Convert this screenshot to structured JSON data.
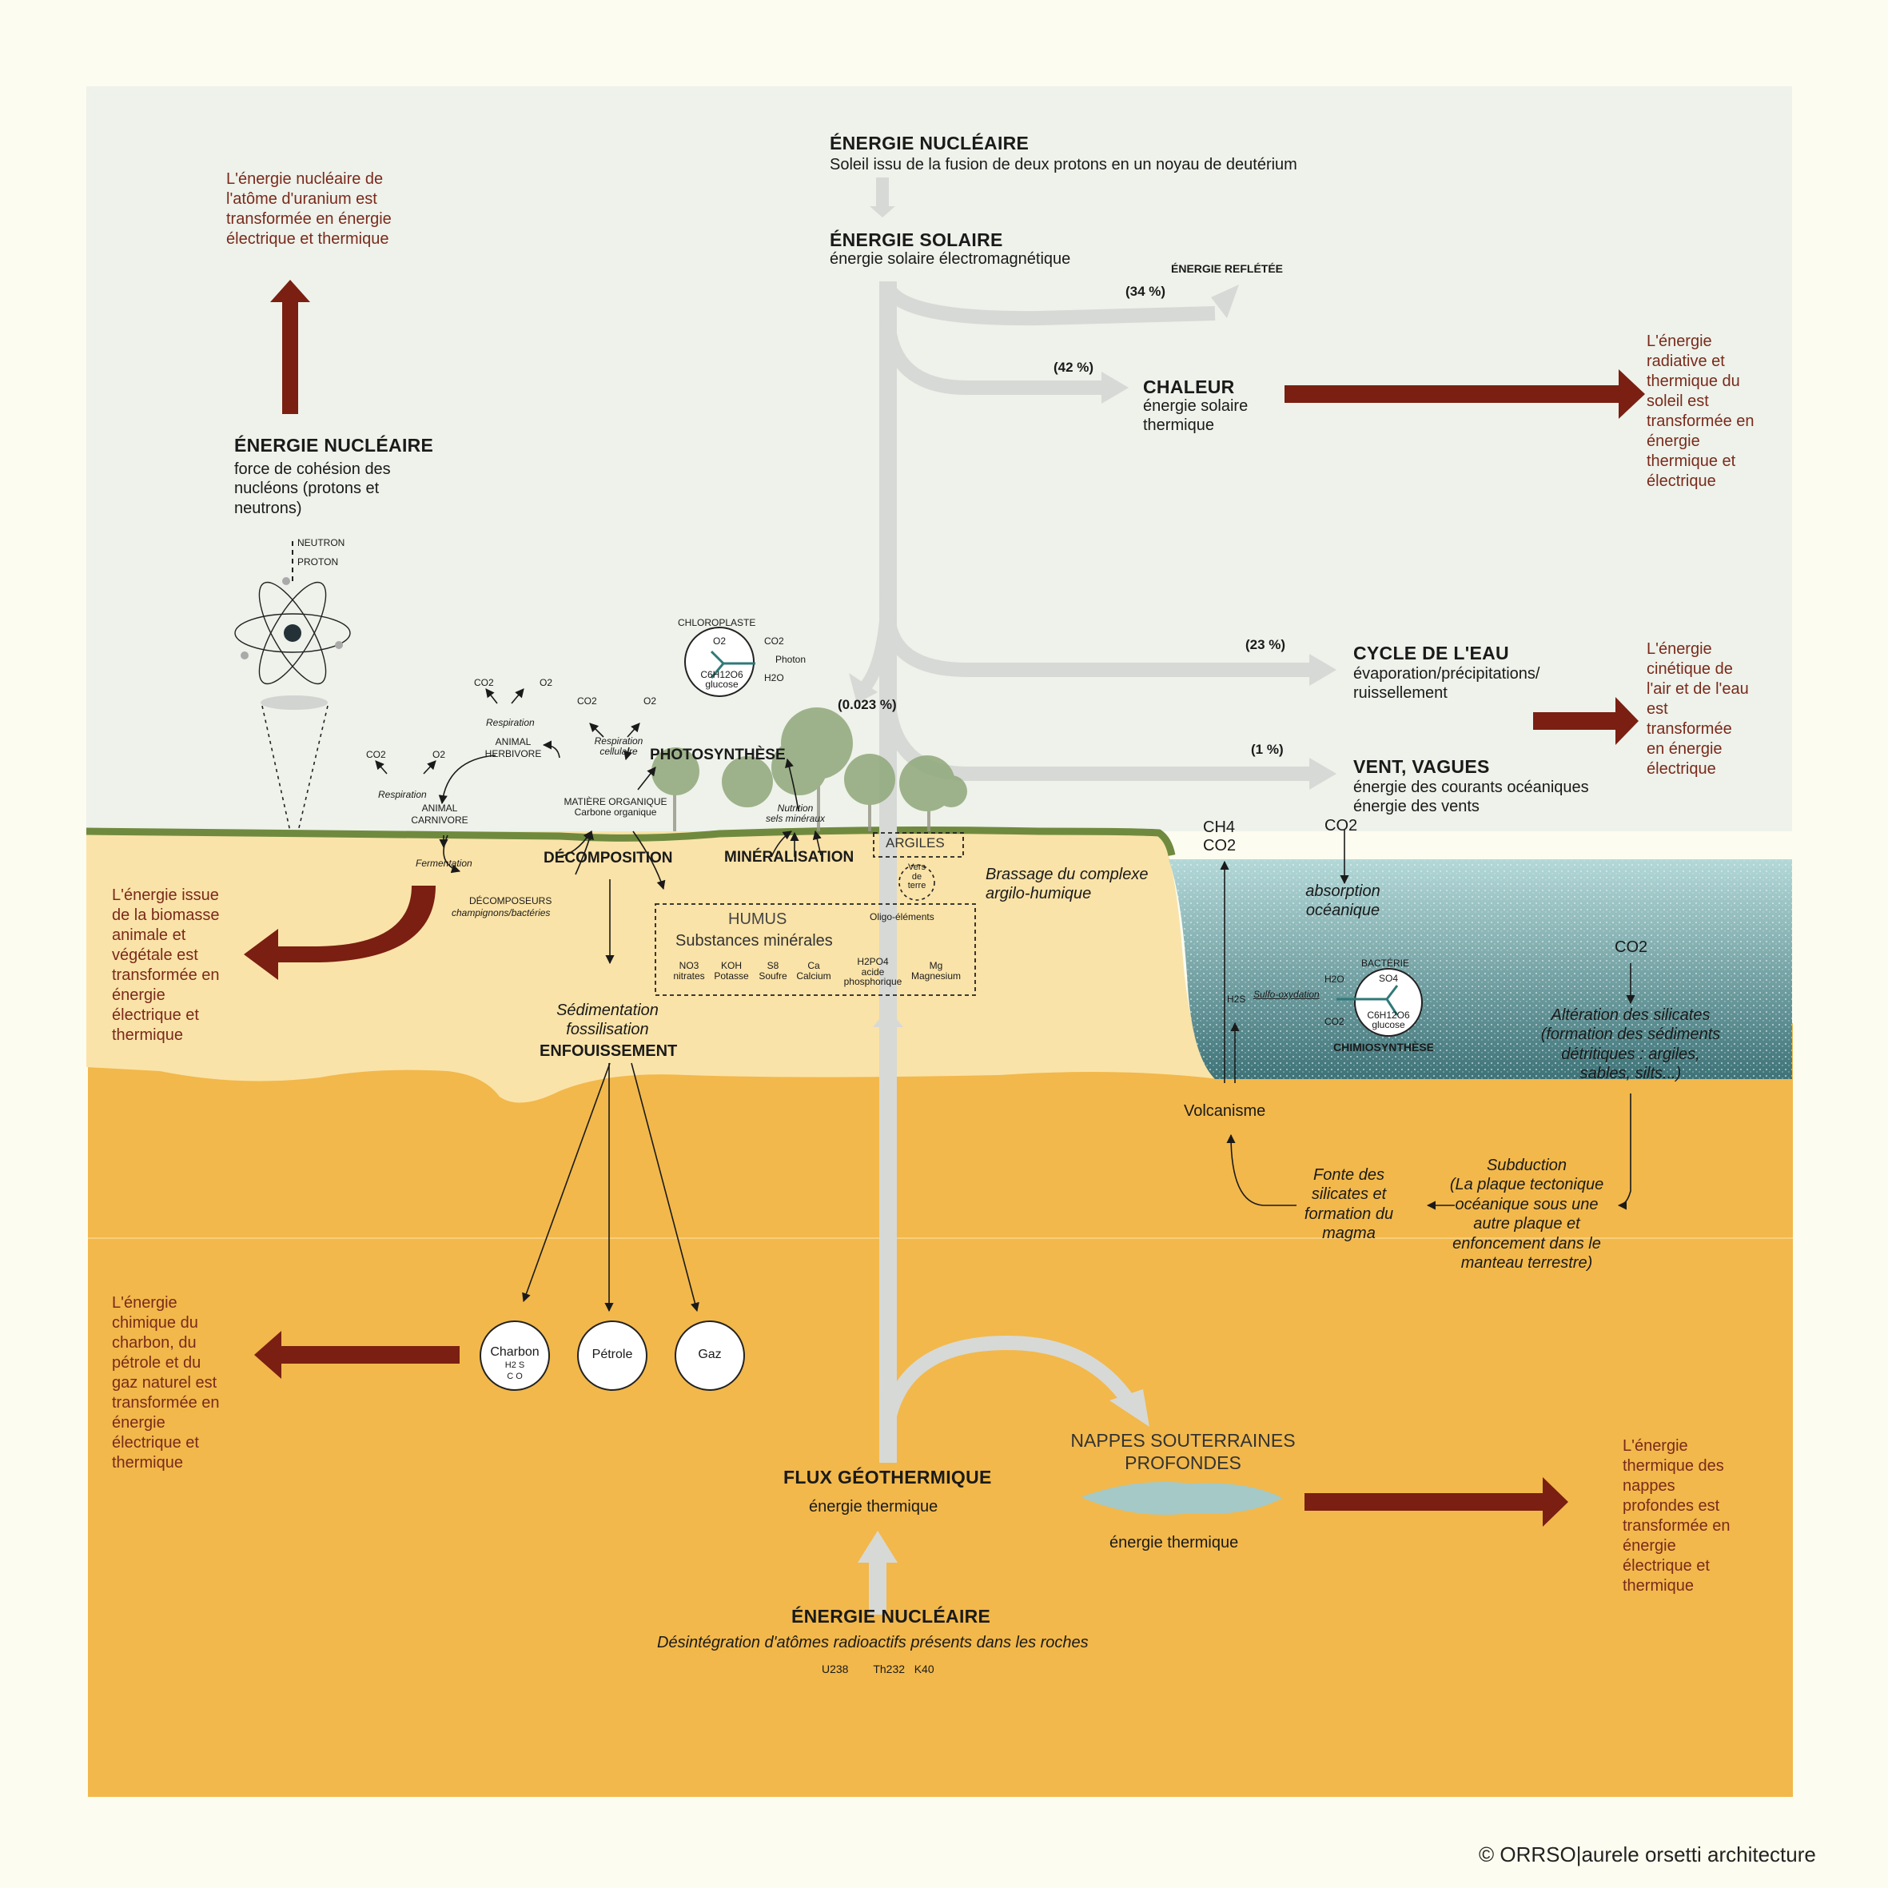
{
  "colors": {
    "sky": "#eef2ea",
    "soil_light": "#fae3a8",
    "soil_dark": "#f2b84b",
    "grass": "#6f8a3e",
    "ocean_top": "#a7cfcf",
    "ocean_bottom": "#4d7f83",
    "arrow_grey": "#d7d9d6",
    "arrow_red": "#7a1f12",
    "text_red": "#7a2a1c"
  },
  "top": {
    "nuclear_title": "ÉNERGIE NUCLÉAIRE",
    "nuclear_sub": "Soleil issu de la fusion de deux protons en un noyau de deutérium",
    "solar_title": "ÉNERGIE SOLAIRE",
    "solar_sub": "énergie solaire électromagnétique",
    "reflected_label": "ÉNERGIE REFLÉTÉE",
    "pct_reflected": "(34 %)",
    "pct_heat": "(42 %)",
    "heat_title": "CHALEUR",
    "heat_sub": "énergie solaire\nthermique",
    "heat_note": "L'énergie\nradiative et\nthermique du\nsoleil est\ntransformée en\nénergie\nthermique et\nélectrique",
    "pct_water": "(23 %)",
    "water_title": "CYCLE DE L'EAU",
    "water_sub": "évaporation/précipitations/\nruissellement",
    "water_note": "L'énergie\ncinétique de\nl'air et de l'eau\nest\ntransformée\nen énergie\nélectrique",
    "pct_wind": "(1 %)",
    "wind_title": "VENT, VAGUES",
    "wind_sub": "énergie des courants océaniques\nénergie des vents",
    "pct_photo": "(0.023 %)"
  },
  "left": {
    "uranium_note": "L'énergie nucléaire de\nl'atôme d'uranium  est\ntransformée en énergie\nélectrique et thermique",
    "nuclear_title": "ÉNERGIE NUCLÉAIRE",
    "nuclear_sub": "force de cohésion des\nnucléons (protons et\nneutrons)",
    "neutron": "NEUTRON",
    "proton": "PROTON",
    "biomass_note": "L'énergie issue\nde la biomasse\nanimale et\nvégétale est\ntransformée en\nénergie\nélectrique et\nthermique",
    "fossil_note": "L'énergie\nchimique du\ncharbon, du\npétrole et du\ngaz naturel est\ntransformée en\nénergie\nélectrique et\nthermique"
  },
  "bio": {
    "chloroplast": "CHLOROPLASTE",
    "o2": "O2",
    "co2": "CO2",
    "photon": "Photon",
    "h2o": "H2O",
    "glucose": "C6H12O6\nglucose",
    "respiration": "Respiration",
    "respiration_cell": "Respiration\ncellulaire",
    "herbivore": "ANIMAL\nHERBIVORE",
    "carnivore": "ANIMAL\nCARNIVORE",
    "photosynthesis": "PHOTOSYNTHÈSE",
    "organic_matter": "MATIÈRE ORGANIQUE\nCarbone organique",
    "nutrition": "Nutrition\nsels minéraux",
    "fermentation": "Fermentation",
    "decomposers": "DÉCOMPOSEURS",
    "decomposers_sub": "champignons/bactéries",
    "decomposition": "DÉCOMPOSITION",
    "mineralisation": "MINÉRALISATION",
    "clays": "ARGILES",
    "worms": "Vers\nde\nterre",
    "brassage": "Brassage du complexe\nargilo-humique",
    "humus": "HUMUS",
    "minerals": "Substances minérales",
    "oligo": "Oligo-éléments",
    "elements": [
      {
        "formula": "NO3",
        "name": "nitrates"
      },
      {
        "formula": "KOH",
        "name": "Potasse"
      },
      {
        "formula": "S8",
        "name": "Soufre"
      },
      {
        "formula": "Ca",
        "name": "Calcium"
      },
      {
        "formula": "H2PO4",
        "name": "acide\nphosphorique"
      },
      {
        "formula": "Mg",
        "name": "Magnesium"
      }
    ],
    "sedimentation": "Sédimentation\nfossilisation",
    "burial": "ENFOUISSEMENT"
  },
  "fossils": {
    "coal": "Charbon",
    "coal_formula": "H2      S\nC    O",
    "oil": "Pétrole",
    "gas": "Gaz"
  },
  "ocean": {
    "ch4": "CH4",
    "co2_out": "CO2",
    "co2_in": "CO2",
    "absorption": "absorption\nocéanique",
    "co2_right": "CO2",
    "bacteria": "BACTÉRIE",
    "so4": "SO4",
    "h2o": "H2O",
    "h2s": "H2S",
    "co2_small": "CO2",
    "glucose": "C6H12O6\nglucose",
    "sulfo": "Sulfo-oxydation",
    "chemo": "CHIMIOSYNTHÈSE",
    "silicates": "Altération des silicates\n(formation des sédiments\ndétritiques : argiles,\nsables, silts...)",
    "volcanism": "Volcanisme",
    "magma": "Fonte des\nsilicates et\nformation du\nmagma",
    "subduction": "Subduction\n(La plaque tectonique\nocéanique sous une\nautre plaque  et\nenfoncement dans le\nmanteau terrestre)"
  },
  "bottom": {
    "geo_title": "FLUX GÉOTHERMIQUE",
    "geo_sub": "énergie thermique",
    "aquifer_title": "NAPPES SOUTERRAINES\nPROFONDES",
    "aquifer_sub": "énergie thermique",
    "aquifer_note": "L'énergie\nthermique des\nnappes\nprofondes est\ntransformée en\nénergie\nélectrique et\nthermique",
    "nuclear_title": "ÉNERGIE NUCLÉAIRE",
    "nuclear_sub": "Désintégration d'atômes radioactifs présents dans les roches",
    "isotopes": "U238        Th232   K40"
  },
  "credit": "© ORRSO|aurele orsetti architecture"
}
